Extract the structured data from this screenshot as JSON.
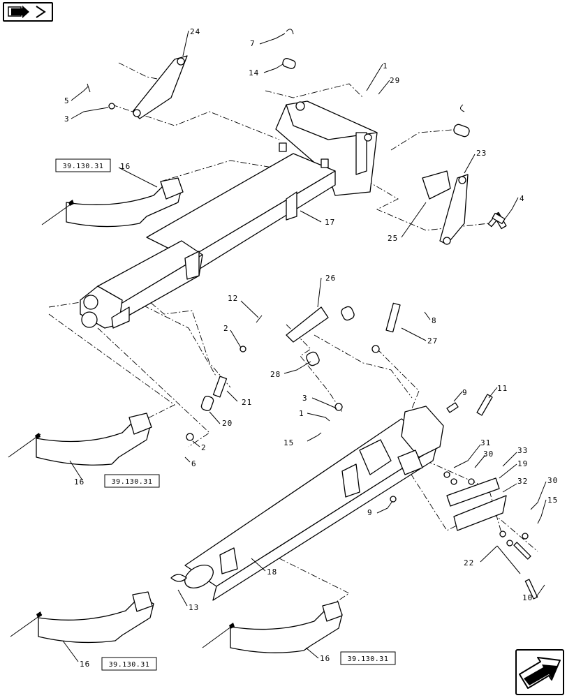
{
  "diagram": {
    "reference_code": "39.130.31",
    "callouts": [
      {
        "id": "c24",
        "label": "24"
      },
      {
        "id": "c7",
        "label": "7"
      },
      {
        "id": "c14",
        "label": "14"
      },
      {
        "id": "c1a",
        "label": "1"
      },
      {
        "id": "c29",
        "label": "29"
      },
      {
        "id": "c5",
        "label": "5"
      },
      {
        "id": "c3a",
        "label": "3"
      },
      {
        "id": "c16a",
        "label": "16"
      },
      {
        "id": "c23",
        "label": "23"
      },
      {
        "id": "c4",
        "label": "4"
      },
      {
        "id": "c17",
        "label": "17"
      },
      {
        "id": "c25",
        "label": "25"
      },
      {
        "id": "c26",
        "label": "26"
      },
      {
        "id": "c12",
        "label": "12"
      },
      {
        "id": "c8",
        "label": "8"
      },
      {
        "id": "c2a",
        "label": "2"
      },
      {
        "id": "c27",
        "label": "27"
      },
      {
        "id": "c28",
        "label": "28"
      },
      {
        "id": "c21",
        "label": "21"
      },
      {
        "id": "c9a",
        "label": "9"
      },
      {
        "id": "c11",
        "label": "11"
      },
      {
        "id": "c3b",
        "label": "3"
      },
      {
        "id": "c1b",
        "label": "1"
      },
      {
        "id": "c20",
        "label": "20"
      },
      {
        "id": "c15a",
        "label": "15"
      },
      {
        "id": "c31",
        "label": "31"
      },
      {
        "id": "c2b",
        "label": "2"
      },
      {
        "id": "c30a",
        "label": "30"
      },
      {
        "id": "c33",
        "label": "33"
      },
      {
        "id": "c6",
        "label": "6"
      },
      {
        "id": "c19",
        "label": "19"
      },
      {
        "id": "c16b",
        "label": "16"
      },
      {
        "id": "c32",
        "label": "32"
      },
      {
        "id": "c30b",
        "label": "30"
      },
      {
        "id": "c9b",
        "label": "9"
      },
      {
        "id": "c15b",
        "label": "15"
      },
      {
        "id": "c18",
        "label": "18"
      },
      {
        "id": "c22",
        "label": "22"
      },
      {
        "id": "c13",
        "label": "13"
      },
      {
        "id": "c10",
        "label": "10"
      },
      {
        "id": "c16c",
        "label": "16"
      },
      {
        "id": "c16d",
        "label": "16"
      }
    ]
  },
  "navigation": {
    "prev_icon": "arrow-icon-prev-page",
    "next_icon": "arrow-icon-next-page"
  }
}
